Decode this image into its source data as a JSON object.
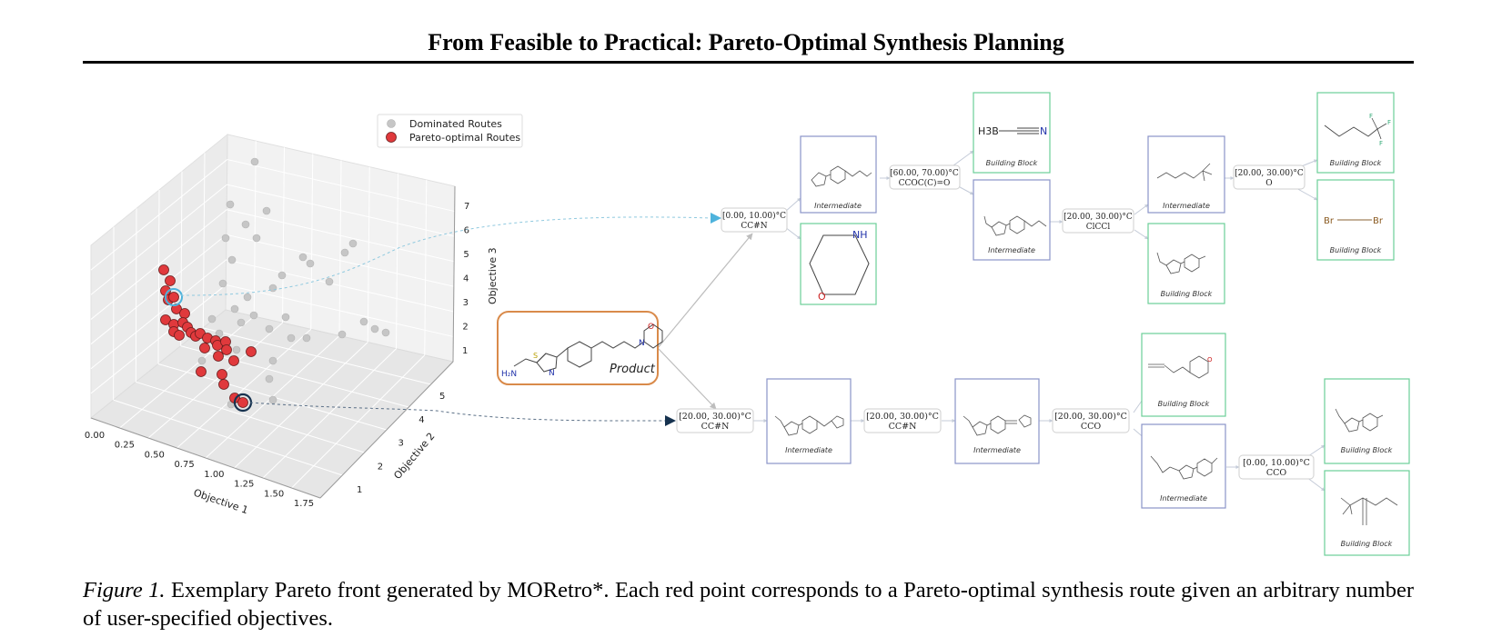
{
  "header": {
    "title": "From Feasible to Practical: Pareto-Optimal Synthesis Planning"
  },
  "plot": {
    "legend": {
      "dominated": "Dominated Routes",
      "pareto": "Pareto-optimal Routes"
    },
    "axes": {
      "x_label": "Objective 1",
      "y_label": "Objective 2",
      "z_label": "Objective 3",
      "x_ticks": [
        "0.00",
        "0.25",
        "0.50",
        "0.75",
        "1.00",
        "1.25",
        "1.50",
        "1.75"
      ],
      "y_ticks": [
        "1",
        "2",
        "3",
        "4",
        "5"
      ],
      "z_ticks": [
        "1",
        "2",
        "3",
        "4",
        "5",
        "6",
        "7"
      ]
    },
    "colors": {
      "dominated": "#c6c6c6",
      "pareto": "#e0393c",
      "highlight_upper": "#4eb3dc",
      "highlight_lower": "#16324f"
    }
  },
  "tree": {
    "product_label": "Product",
    "nodes": {
      "top_cond": {
        "temp": "[0.00, 10.00)°C",
        "solvent": "CC#N"
      },
      "top_cond2": {
        "temp": "[60.00, 70.00)°C",
        "solvent": "CCOC(C)=O"
      },
      "top_cond3": {
        "temp": "[20.00, 30.00)°C",
        "solvent": "ClCCl"
      },
      "top_cond4": {
        "temp": "[20.00, 30.00)°C",
        "solvent": "O"
      },
      "bot_cond1": {
        "temp": "[20.00, 30.00)°C",
        "solvent": "CC#N"
      },
      "bot_cond2": {
        "temp": "[20.00, 30.00)°C",
        "solvent": "CC#N"
      },
      "bot_cond3": {
        "temp": "[20.00, 30.00)°C",
        "solvent": "CCO"
      },
      "bot_cond4": {
        "temp": "[0.00, 10.00)°C",
        "solvent": "CCO"
      }
    },
    "labels": {
      "intermediate": "Intermediate",
      "building_block": "Building Block"
    },
    "atoms": {
      "nh": "NH",
      "o": "O",
      "h3b": "H3B",
      "n": "N",
      "br": "Br",
      "h2n": "H2N",
      "f": "F"
    },
    "colors": {
      "intermediate_border": "#8a94c8",
      "building_block_border": "#6ccf98",
      "product_border": "#d98a4a"
    }
  },
  "caption": {
    "figure_label": "Figure 1.",
    "text": "Exemplary Pareto front generated by MORetro*. Each red point corresponds to a Pareto-optimal synthesis route given an arbitrary number of user-specified objectives."
  }
}
